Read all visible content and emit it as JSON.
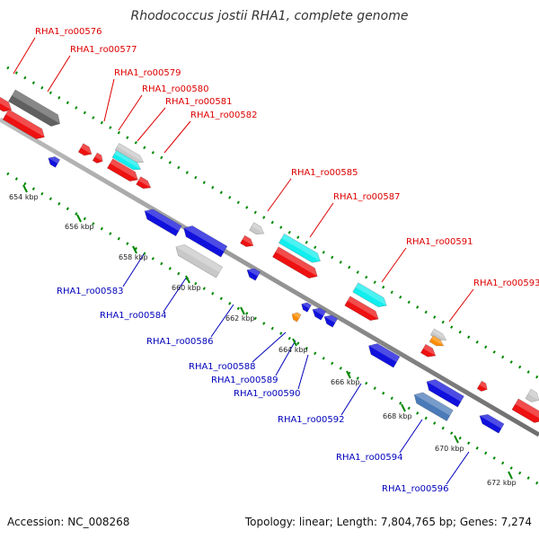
{
  "title": "Rhodococcus jostii RHA1, complete genome",
  "footer": {
    "accession": "Accession: NC_008268",
    "summary": "Topology: linear; Length: 7,804,765 bp; Genes: 7,274"
  },
  "colors": {
    "forward_label": "#dd0000",
    "reverse_label": "#0000bb",
    "gene_red": "#ee1111",
    "gene_blue": "#1111dd",
    "gene_cyan": "#11eeee",
    "gene_gray": "#c8c8c8",
    "gene_darkgray": "#606060",
    "gene_orange": "#ff8c00",
    "gene_steelblue": "#4a7ab8",
    "backbone": "#888888",
    "tick_green": "#008800"
  },
  "scale_ticks": [
    "654 kbp",
    "656 kbp",
    "658 kbp",
    "660 kbp",
    "662 kbp",
    "664 kbp",
    "666 kbp",
    "668 kbp",
    "670 kbp",
    "672 kbp"
  ],
  "forward_labels": [
    "RHA1_ro00576",
    "RHA1_ro00577",
    "RHA1_ro00579",
    "RHA1_ro00580",
    "RHA1_ro00581",
    "RHA1_ro00582",
    "RHA1_ro00585",
    "RHA1_ro00587",
    "RHA1_ro00591",
    "RHA1_ro00593"
  ],
  "reverse_labels": [
    "RHA1_ro00583",
    "RHA1_ro00584",
    "RHA1_ro00586",
    "RHA1_ro00588",
    "RHA1_ro00589",
    "RHA1_ro00590",
    "RHA1_ro00592",
    "RHA1_ro00594",
    "RHA1_ro00596"
  ]
}
